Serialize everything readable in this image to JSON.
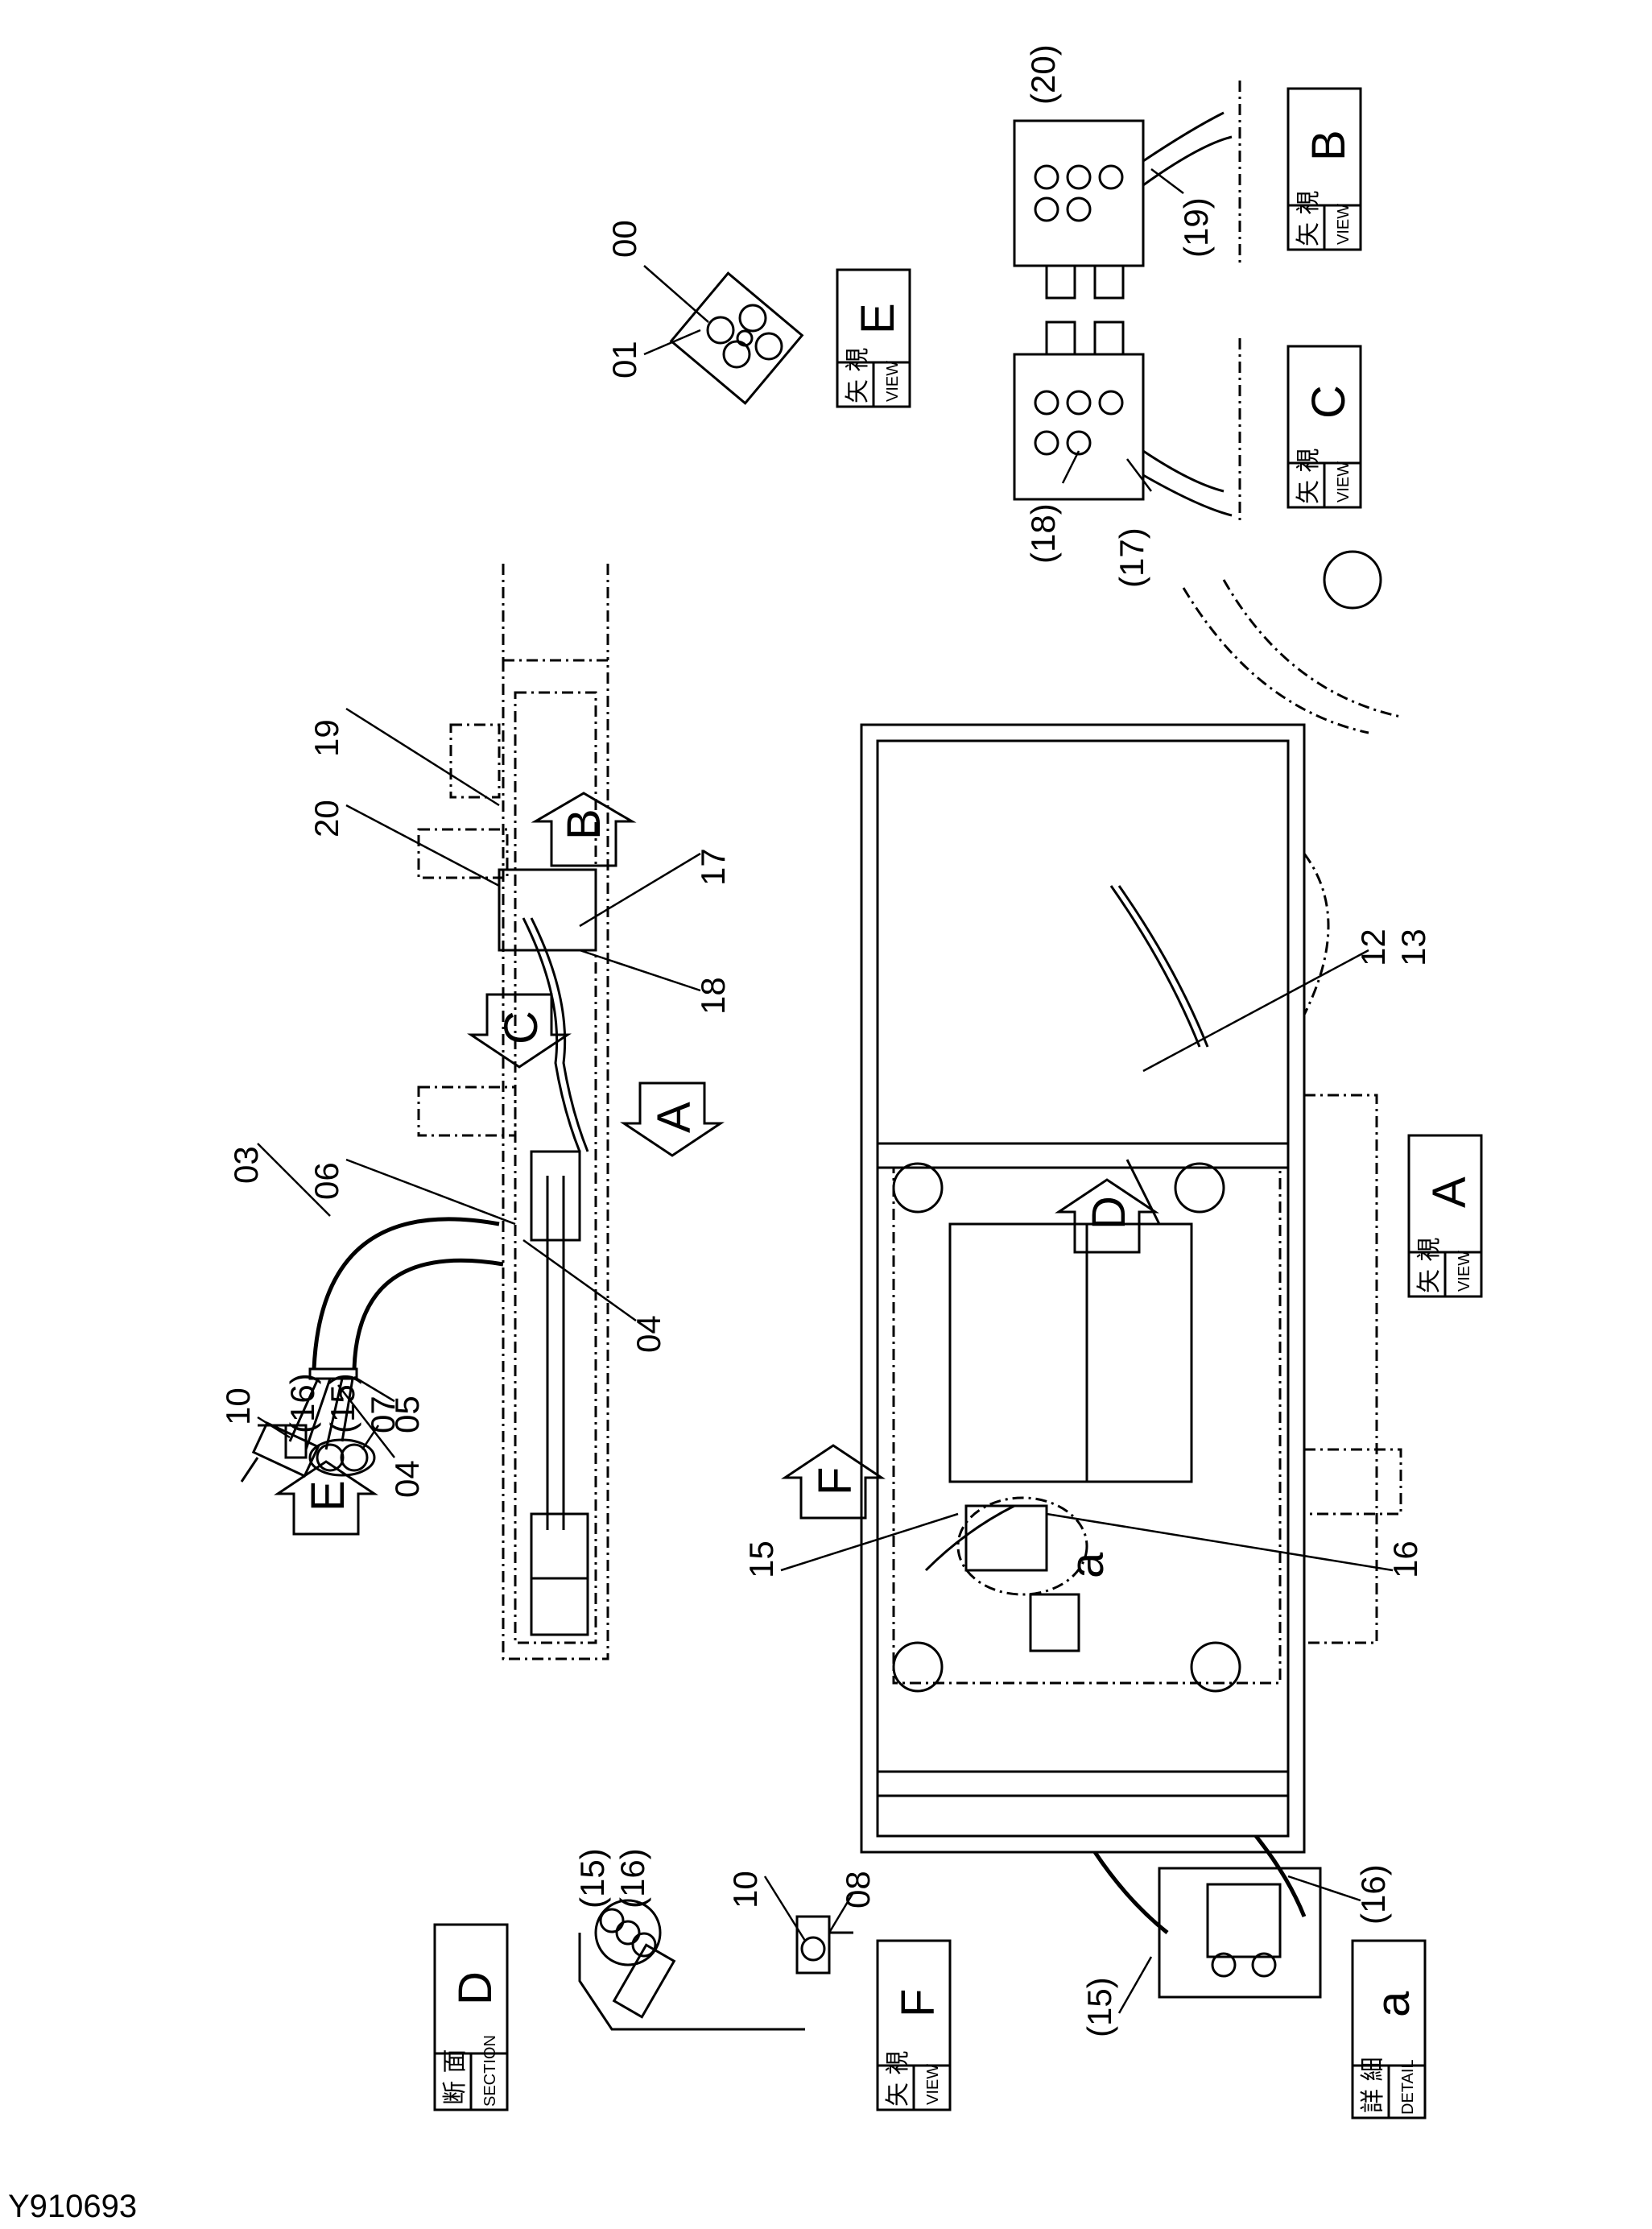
{
  "drawing_code": "Y910693",
  "callouts": {
    "n00": "00",
    "n01": "01",
    "n03": "03",
    "n04a": "04",
    "n04b": "04",
    "n05": "05",
    "n06": "06",
    "n07": "07",
    "n08": "08",
    "n10a": "10",
    "n10b": "10",
    "n12": "12",
    "n13": "13",
    "n15": "15",
    "n16": "16",
    "n17": "17",
    "n18": "18",
    "n19": "19",
    "n20": "20",
    "p15a": "(15)",
    "p16a": "(16)",
    "p15b": "(15)",
    "p16b": "(16)",
    "p15c": "(15)",
    "p16c": "(16)",
    "p17": "(17)",
    "p18": "(18)",
    "p19": "(19)",
    "p20": "(20)",
    "detail_a": "a"
  },
  "arrows": {
    "A": "A",
    "B": "B",
    "C": "C",
    "D": "D",
    "E": "E",
    "F": "F"
  },
  "title_boxes": {
    "view_A": {
      "jp": "矢 視",
      "en": "VIEW",
      "letter": "A"
    },
    "view_B": {
      "jp": "矢 視",
      "en": "VIEW",
      "letter": "B"
    },
    "view_C": {
      "jp": "矢 視",
      "en": "VIEW",
      "letter": "C"
    },
    "view_E": {
      "jp": "矢 視",
      "en": "VIEW",
      "letter": "E"
    },
    "view_F": {
      "jp": "矢 視",
      "en": "VIEW",
      "letter": "F"
    },
    "section_D": {
      "jp": "断 面",
      "en": "SECTION",
      "letter": "D"
    },
    "detail_a": {
      "jp": "詳 細",
      "en": "DETAIL",
      "letter": "a"
    }
  }
}
